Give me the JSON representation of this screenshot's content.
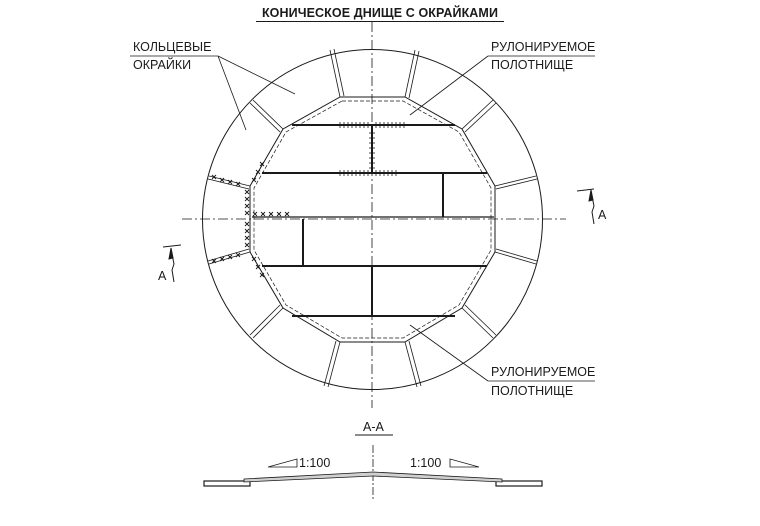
{
  "title": "КОНИЧЕСКОЕ ДНИЩЕ С ОКРАЙКАМИ",
  "callouts": {
    "annular_plates": {
      "line1": "КОЛЬЦЕВЫЕ",
      "line2": "ОКРАЙКИ"
    },
    "rolled_sheet_top": {
      "line1": "РУЛОНИРУЕМОЕ",
      "line2": "ПОЛОТНИЩЕ"
    },
    "rolled_sheet_bottom": {
      "line1": "РУЛОНИРУЕМОЕ",
      "line2": "ПОЛОТНИЩЕ"
    }
  },
  "section_markers": {
    "left": "А",
    "right": "А"
  },
  "section_view": {
    "title": "А-А",
    "slope_left": "1:100",
    "slope_right": "1:100"
  },
  "colors": {
    "ink": "#1a1a1a",
    "background": "#ffffff",
    "section_fill": "#d0d0d0"
  }
}
